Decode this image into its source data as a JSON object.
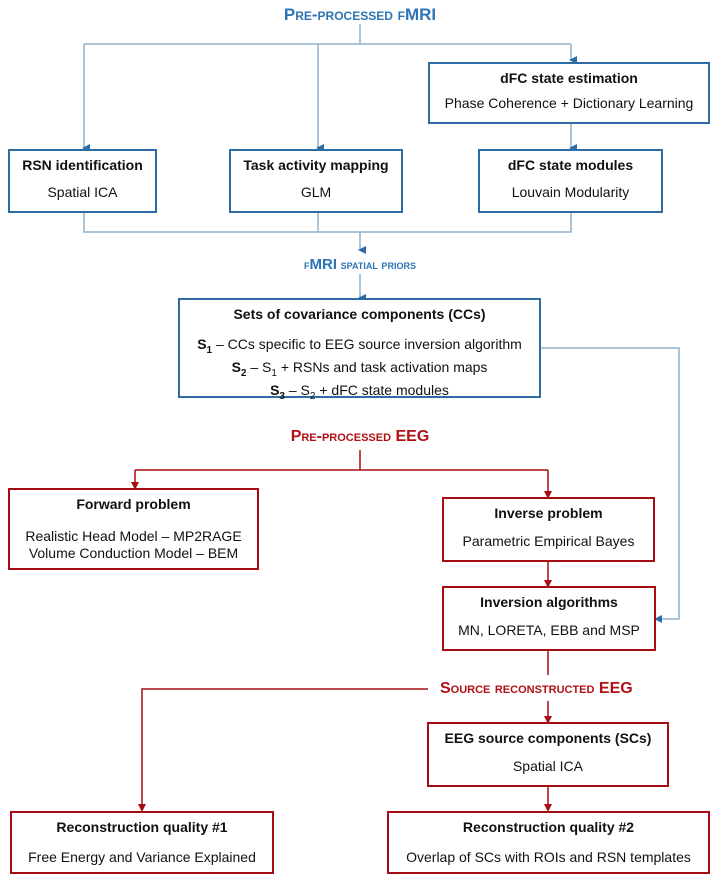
{
  "colors": {
    "fmri": "#2e6da4",
    "eeg": "#a50d12"
  },
  "headings": {
    "fmri_input": {
      "prefix": "Pre-processed f",
      "emph": "MRI"
    },
    "fmri_priors": {
      "prefix": "f",
      "emph": "MRI",
      "suffix": " spatial priors"
    },
    "eeg_input": {
      "prefix": "Pre-processed ",
      "emph": "EEG"
    },
    "eeg_source": {
      "prefix": "Source reconstructed ",
      "emph": "EEG"
    }
  },
  "boxes": {
    "rsn": {
      "title": "RSN identification",
      "body": "Spatial ICA"
    },
    "task": {
      "title": "Task activity mapping",
      "body": "GLM"
    },
    "dfc_est": {
      "title": "dFC state estimation",
      "body": "Phase Coherence + Dictionary Learning"
    },
    "dfc_mod": {
      "title": "dFC state modules",
      "body": "Louvain Modularity"
    },
    "ccs": {
      "title": "Sets of covariance components (CCs)",
      "lines": [
        {
          "label": "S",
          "sub": "1",
          "text": " – CCs specific to EEG source inversion algorithm"
        },
        {
          "label": "S",
          "sub": "2",
          "text": " – S",
          "sub2": "1",
          "text2": " + RSNs and task activation maps"
        },
        {
          "label": "S",
          "sub": "3",
          "text": " – S",
          "sub2": "2",
          "text2": " + dFC state modules"
        }
      ]
    },
    "forward": {
      "title": "Forward problem",
      "body1": "Realistic Head Model  – MP2RAGE",
      "body2": "Volume Conduction Model  – BEM"
    },
    "inverse": {
      "title": "Inverse problem",
      "body": "Parametric Empirical Bayes"
    },
    "inversion": {
      "title": "Inversion algorithms",
      "body": "MN,  LORETA, EBB and MSP"
    },
    "eeg_sc": {
      "title": "EEG source components (SCs)",
      "body": "Spatial ICA"
    },
    "rq1": {
      "title": "Reconstruction quality #1",
      "body": "Free Energy and Variance Explained"
    },
    "rq2": {
      "title": "Reconstruction quality #2",
      "body": "Overlap of SCs with ROIs and RSN templates"
    }
  }
}
